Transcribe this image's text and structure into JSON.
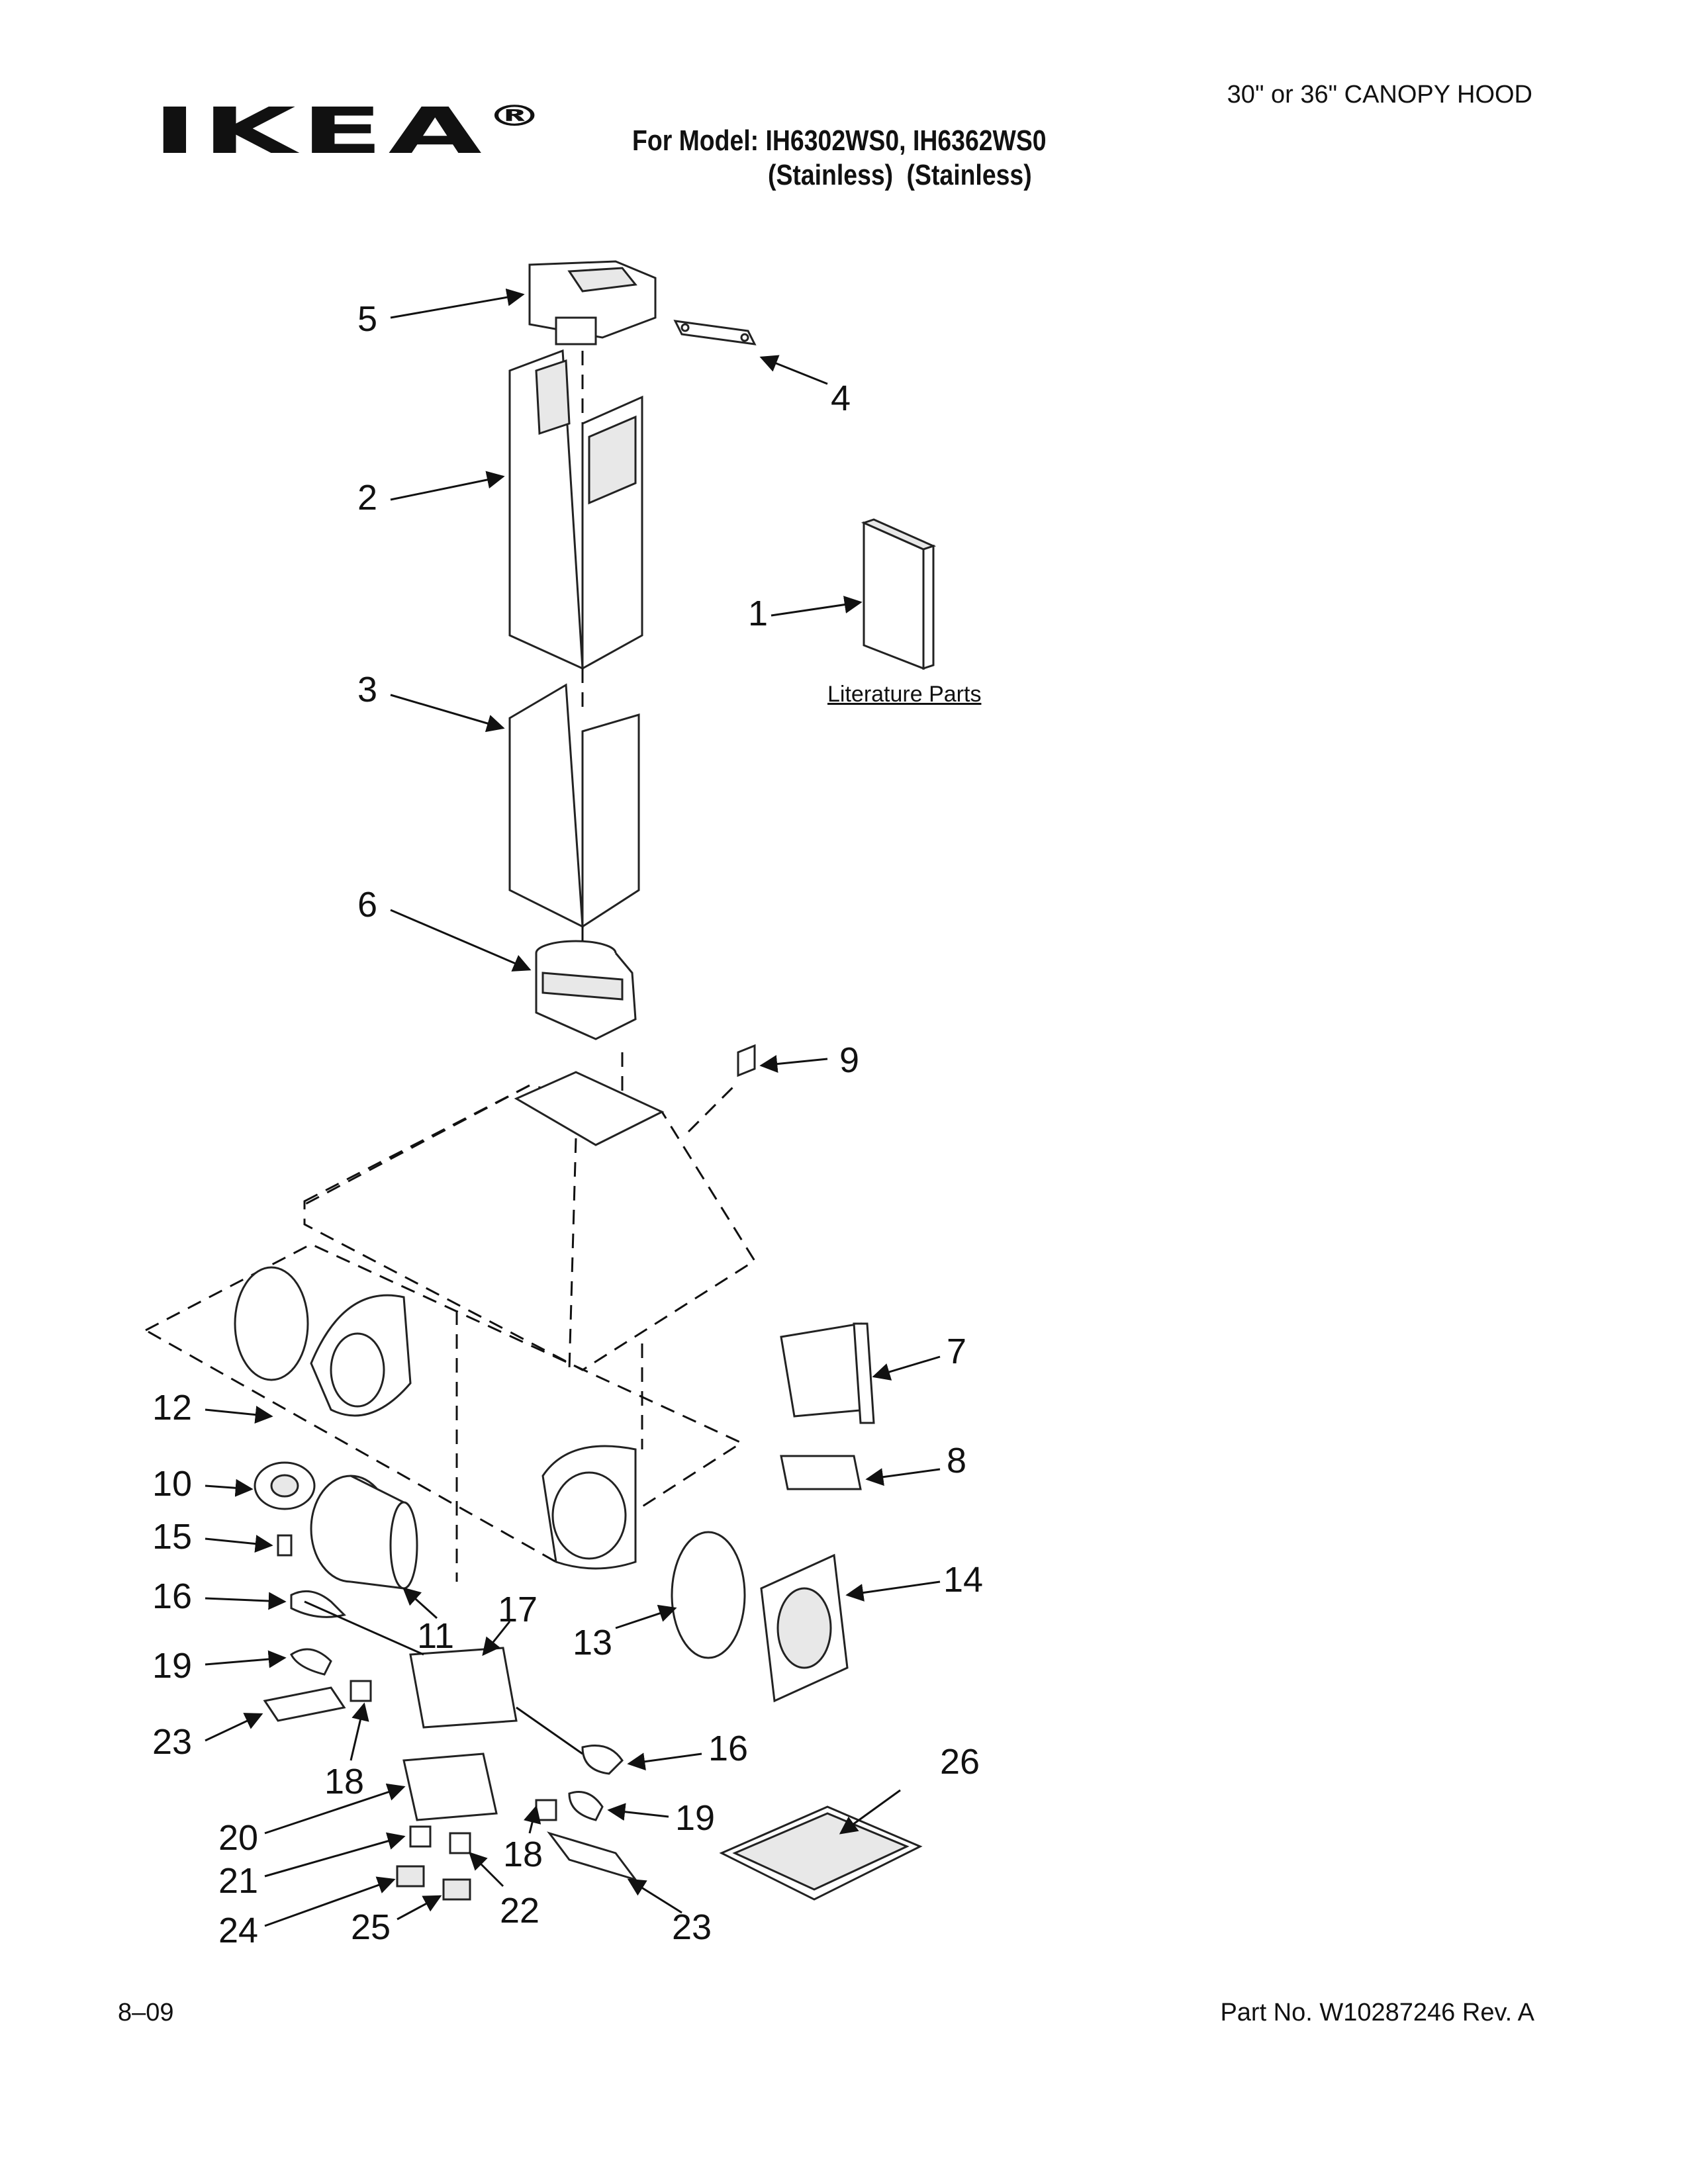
{
  "header": {
    "brand": "IKEA",
    "registered_mark": "®",
    "document_type": "30\" or 36\" CANOPY HOOD",
    "model_line": "For Model: IH6302WS0, IH6362WS0",
    "finish_1": "(Stainless)",
    "finish_2": "(Stainless)"
  },
  "literature_label": "Literature Parts",
  "callouts": [
    {
      "id": "c5",
      "label": "5"
    },
    {
      "id": "c4",
      "label": "4"
    },
    {
      "id": "c2",
      "label": "2"
    },
    {
      "id": "c1",
      "label": "1"
    },
    {
      "id": "c3",
      "label": "3"
    },
    {
      "id": "c6",
      "label": "6"
    },
    {
      "id": "c9",
      "label": "9"
    },
    {
      "id": "c7",
      "label": "7"
    },
    {
      "id": "c12",
      "label": "12"
    },
    {
      "id": "c8",
      "label": "8"
    },
    {
      "id": "c10",
      "label": "10"
    },
    {
      "id": "c15",
      "label": "15"
    },
    {
      "id": "c14",
      "label": "14"
    },
    {
      "id": "c16a",
      "label": "16"
    },
    {
      "id": "c17",
      "label": "17"
    },
    {
      "id": "c11",
      "label": "11"
    },
    {
      "id": "c13",
      "label": "13"
    },
    {
      "id": "c19a",
      "label": "19"
    },
    {
      "id": "c23a",
      "label": "23"
    },
    {
      "id": "c16b",
      "label": "16"
    },
    {
      "id": "c26",
      "label": "26"
    },
    {
      "id": "c18a",
      "label": "18"
    },
    {
      "id": "c19b",
      "label": "19"
    },
    {
      "id": "c20",
      "label": "20"
    },
    {
      "id": "c18b",
      "label": "18"
    },
    {
      "id": "c21",
      "label": "21"
    },
    {
      "id": "c22",
      "label": "22"
    },
    {
      "id": "c24",
      "label": "24"
    },
    {
      "id": "c25",
      "label": "25"
    },
    {
      "id": "c23b",
      "label": "23"
    }
  ],
  "footer": {
    "date": "8–09",
    "part_number": "Part No. W10287246 Rev. A"
  }
}
